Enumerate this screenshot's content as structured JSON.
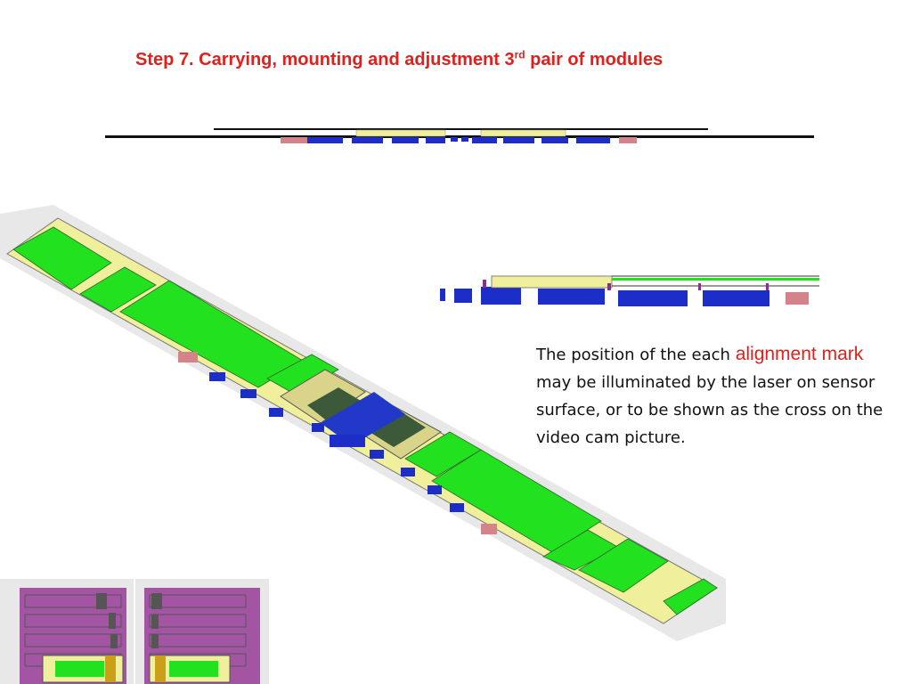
{
  "slide": {
    "title_main": "Step 7. Carrying, mounting and adjustment 3",
    "title_sup": "rd",
    "title_end": " pair of modules"
  },
  "body": {
    "text_1": "The position of the each ",
    "highlight": "alignment mark",
    "text_2": " may be illuminated by the laser on sensor surface, or to be shown as the cross on the video cam picture."
  },
  "colors": {
    "title": "#e0201c",
    "highlight": "#e0201c",
    "sensor_green": "#22e11f",
    "frame_yellow": "#f0ef9c",
    "module_blue": "#1d2ec8",
    "holder_pink": "#d4838a",
    "carrier_purple": "#a355a3"
  }
}
